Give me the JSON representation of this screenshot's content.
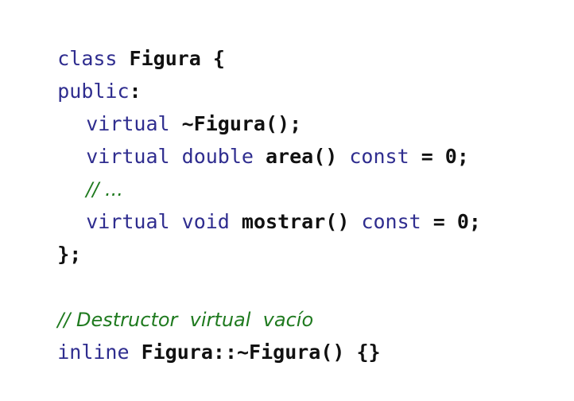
{
  "colors": {
    "keyword": "#2f2d8f",
    "text": "#111111",
    "comment": "#1f7a1f",
    "background": "#ffffff"
  },
  "code": {
    "line1": {
      "kw": "class",
      "rest": " Figura {"
    },
    "line2": {
      "kw": "public",
      "rest": ":"
    },
    "line3": {
      "kw": "virtual",
      "rest": " ~Figura();"
    },
    "line4": {
      "kw1": "virtual",
      "kw2": "double",
      "mid": " area() ",
      "kw3": "const",
      "rest": " = 0;"
    },
    "line5": {
      "comment": "// ..."
    },
    "line6": {
      "kw1": "virtual",
      "kw2": "void",
      "mid": " mostrar() ",
      "kw3": "const",
      "rest": " = 0;"
    },
    "line7": {
      "rest": "};"
    },
    "line9": {
      "comment": "// Destructor  virtual  vacío"
    },
    "line10": {
      "kw": "inline",
      "rest": " Figura::~Figura() {}"
    }
  }
}
